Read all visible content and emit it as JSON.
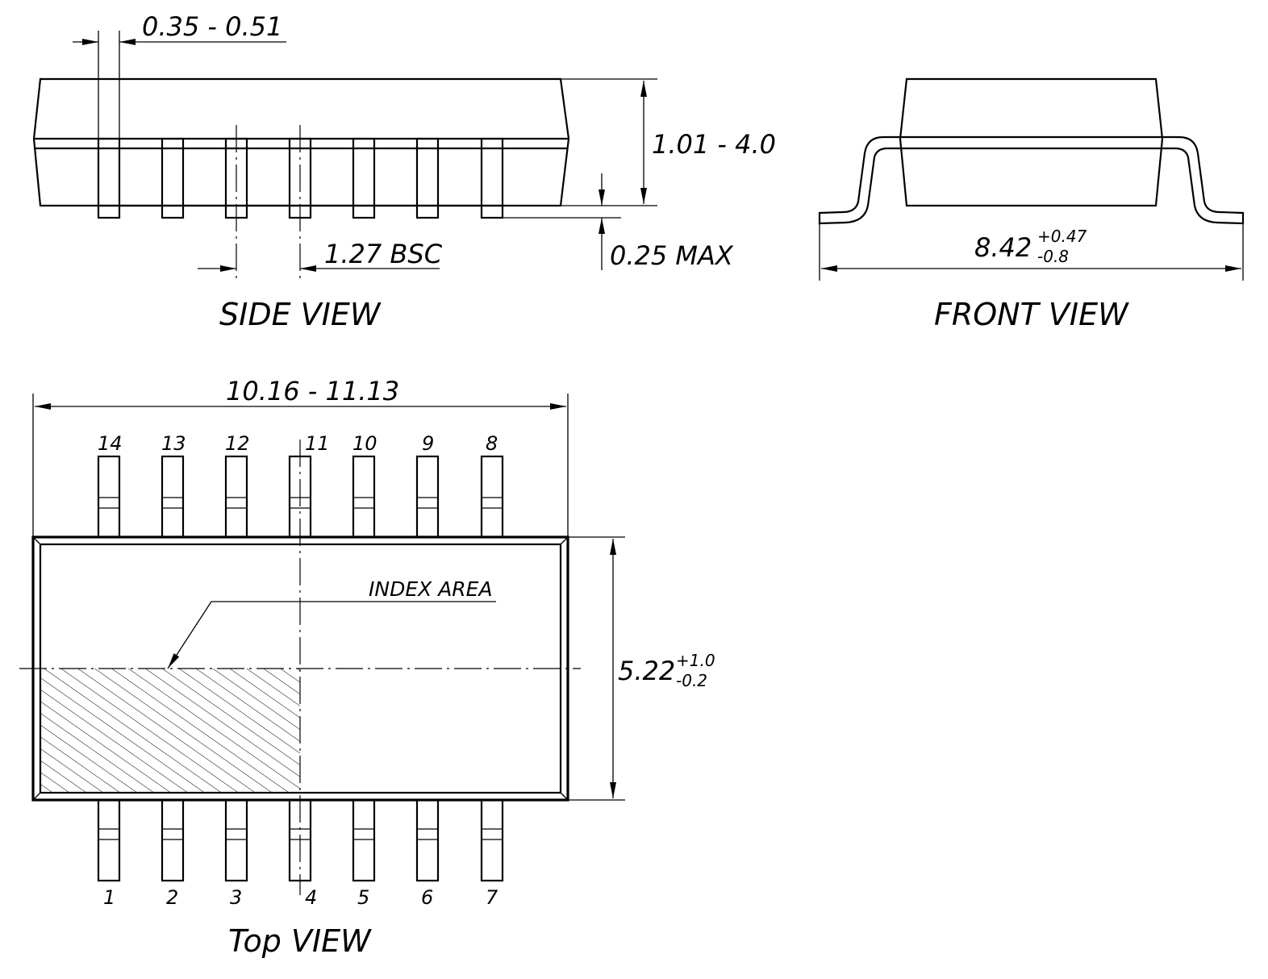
{
  "side_view": {
    "title": "SIDE VIEW",
    "dim_lead_width": "0.35 - 0.51",
    "dim_height": "1.01 - 4.0",
    "dim_pitch": "1.27 BSC",
    "dim_standoff": "0.25 MAX"
  },
  "front_view": {
    "title": "FRONT VIEW",
    "dim_width": "8.42",
    "tol_plus": "+0.47",
    "tol_minus": "-0.8"
  },
  "top_view": {
    "title": "Top VIEW",
    "dim_length": "10.16 - 11.13",
    "dim_body_width": "5.22",
    "tol_plus": "+1.0",
    "tol_minus": "-0.2",
    "index_label": "INDEX AREA",
    "pins_top": [
      "14",
      "13",
      "12",
      "11",
      "10",
      "9",
      "8"
    ],
    "pins_bottom": [
      "1",
      "2",
      "3",
      "4",
      "5",
      "6",
      "7"
    ]
  }
}
